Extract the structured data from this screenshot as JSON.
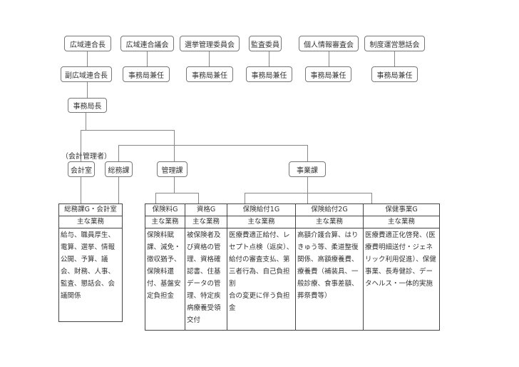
{
  "top_boxes": [
    "広域連合長",
    "広域連合議会",
    "選挙管理委員会",
    "監査委員",
    "個人情報審査会",
    "制度運営懇話会"
  ],
  "second_boxes": [
    "副広域連合長",
    "事務局兼任",
    "事務局兼任",
    "事務局兼任",
    "事務局兼任",
    "事務局兼任"
  ],
  "director": "事務局長",
  "accounting_manager": "（会計管理者）",
  "divisions": [
    "会計室",
    "総務課",
    "管理課",
    "事業課"
  ],
  "duties_label": "主な業務",
  "groups": [
    {
      "name": "総務課G・会計室",
      "duties": "給与、職員厚生、電算、選挙、情報公開、予算、議会、財務、人事、監査、懇話会、会\n議関係"
    },
    {
      "name": "保険料G",
      "duties": "保険料賦課、減免・徴収猶予、保険料還付、基盤安定負担金"
    },
    {
      "name": "資格G",
      "duties": "被保険者及び資格の管理、資格確認書、住基データの管理、特定疾病療養受領交付"
    },
    {
      "name": "保険給付1G",
      "duties": "医療費適正給付、レセプト点検（返戻）、給付の審査支払、第三者行為、自己負担割\n合の変更に伴う負担金"
    },
    {
      "name": "保険給付2G",
      "duties": "高額介護合算、はりきゅう等、柔道整復関係、高額療養費、療養費（補装具、一般診療、食事差額、葬祭費等）"
    },
    {
      "name": "保健事業G",
      "duties": "医療費適正化啓発、(医療費明細送付・ジェネリック利用促進）、保健事業、長寿健診、データヘルス・一体的実施"
    }
  ]
}
